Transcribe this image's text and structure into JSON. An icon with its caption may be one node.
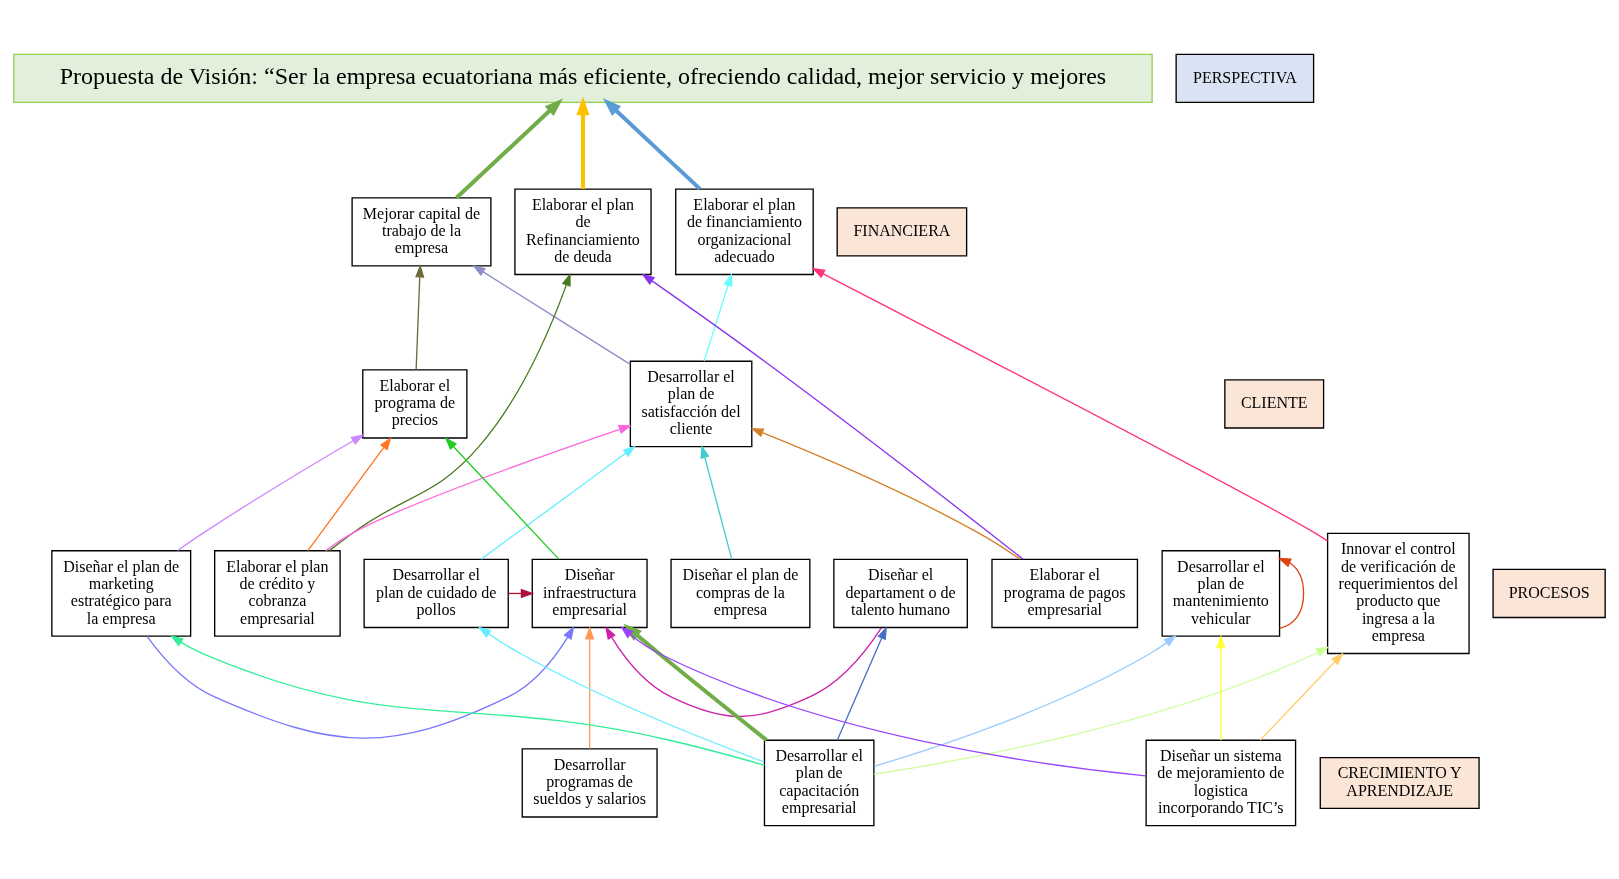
{
  "diagram": {
    "nodes": [
      {
        "text": [
          "Propuesta de Visión: “Ser la empresa ecuatoriana más eficiente, ofreciendo calidad, mejor servicio y mejores"
        ]
      },
      {
        "text": [
          "PERSPECTIVA"
        ]
      },
      {
        "text": [
          "FINANCIERA"
        ]
      },
      {
        "text": [
          "Mejorar capital de trabajo de la empresa"
        ]
      },
      {
        "text": [
          "Elaborar el plan de financiamiento organizacional adecuado"
        ]
      },
      {
        "text": [
          "Elaborar el plan de Refinanciamiento de deuda"
        ]
      },
      {
        "text": [
          "CLIENTE"
        ]
      },
      {
        "text": [
          "Desarrollar el plan de satisfacción del cliente"
        ]
      },
      {
        "text": [
          "Elaborar el programa de precios"
        ]
      },
      {
        "text": [
          "PROCESOS"
        ]
      },
      {
        "text": [
          "Innovar el control de verificación de requerimientos del producto que ingresa a la empresa"
        ]
      },
      {
        "text": [
          "Desarrollar el plan de cuidado de pollos"
        ]
      },
      {
        "text": [
          "Diseñar el plan de compras de la empresa"
        ]
      },
      {
        "text": [
          "Elaborar el programa de pagos empresarial"
        ]
      },
      {
        "text": [
          "Elaborar el plan de crédito y cobranza empresarial"
        ]
      },
      {
        "text": [
          "Diseñar el plan de marketing estratégico para la empresa"
        ]
      },
      {
        "text": [
          "Diseñar el departament o de talento humano"
        ]
      },
      {
        "text": [
          "Diseñar infraestructura empresarial"
        ]
      },
      {
        "text": [
          "Desarrollar el plan de mantenimiento vehicular"
        ]
      },
      {
        "text": [
          "CRECIMIENTO Y APRENDIZAJE"
        ]
      },
      {
        "text": [
          "Desarrollar programas de sueldos y salarios"
        ]
      },
      {
        "text": [
          "Desarrollar el plan de capacitación empresarial"
        ]
      },
      {
        "text": [
          "Diseñar un sistema de mejoramiento de logistica incorporando TIC’s"
        ]
      }
    ],
    "edges": [
      {
        "from": 3,
        "to": 0,
        "arrow": "to",
        "style": "thick",
        "color": "#70ad47"
      },
      {
        "from": 4,
        "to": 0,
        "arrow": "to",
        "style": "thick",
        "color": "#5b9bd5"
      },
      {
        "from": 5,
        "to": 0,
        "arrow": "to",
        "style": "thick",
        "color": "#ffc000"
      },
      {
        "from": 7,
        "to": 3,
        "arrow": "to",
        "color": "#8e8ec8"
      },
      {
        "from": 7,
        "to": 4,
        "arrow": "to",
        "color": "#66ffff"
      },
      {
        "from": 8,
        "to": 3,
        "arrow": "to",
        "color": "#6b6b3b"
      },
      {
        "from": 10,
        "to": 4,
        "arrow": "to",
        "color": "#ff3377"
      },
      {
        "from": 13,
        "to": 5,
        "arrow": "to",
        "color": "#8833ee"
      },
      {
        "from": 14,
        "to": 5,
        "arrow": "to",
        "color": "#4a7a1e"
      },
      {
        "from": 11,
        "to": 7,
        "arrow": "to",
        "color": "#66eeff"
      },
      {
        "from": 12,
        "to": 7,
        "arrow": "to",
        "color": "#44cccc"
      },
      {
        "from": 13,
        "to": 7,
        "arrow": "to",
        "color": "#d4802a"
      },
      {
        "from": 14,
        "to": 7,
        "arrow": "to",
        "color": "#ff66dd"
      },
      {
        "from": 14,
        "to": 8,
        "arrow": "to",
        "color": "#ff7722"
      },
      {
        "from": 15,
        "to": 8,
        "arrow": "to",
        "color": "#cc88ff"
      },
      {
        "from": 17,
        "to": 8,
        "arrow": "to",
        "color": "#22cc22"
      },
      {
        "from": 11,
        "to": 17,
        "arrow": "to",
        "color": "#b0103a"
      },
      {
        "from": 15,
        "to": 17,
        "arrow": "to",
        "color": "#7777ff"
      },
      {
        "from": 16,
        "to": 17,
        "arrow": "to",
        "color": "#cc22aa"
      },
      {
        "from": 18,
        "to": 18,
        "arrow": "to",
        "color": "#dd4411"
      },
      {
        "from": 21,
        "to": 10,
        "arrow": "to",
        "color": "#ccff99"
      },
      {
        "from": 22,
        "to": 10,
        "arrow": "to",
        "color": "#ffcc66"
      },
      {
        "from": 21,
        "to": 11,
        "arrow": "to",
        "color": "#66eeff"
      },
      {
        "from": 20,
        "to": 17,
        "arrow": "to",
        "color": "#ff9955"
      },
      {
        "from": 21,
        "to": 15,
        "arrow": "to",
        "color": "#33ee99"
      },
      {
        "from": 21,
        "to": 16,
        "arrow": "to",
        "color": "#4472c4"
      },
      {
        "from": 21,
        "to": 17,
        "arrow": "to",
        "style": "thick",
        "color": "#70ad47"
      },
      {
        "from": 21,
        "to": 18,
        "arrow": "to",
        "color": "#99ccff"
      },
      {
        "from": 22,
        "to": 18,
        "arrow": "to",
        "color": "#ffff33"
      },
      {
        "from": 22,
        "to": 17,
        "arrow": "to",
        "color": "#9944ff"
      }
    ]
  }
}
